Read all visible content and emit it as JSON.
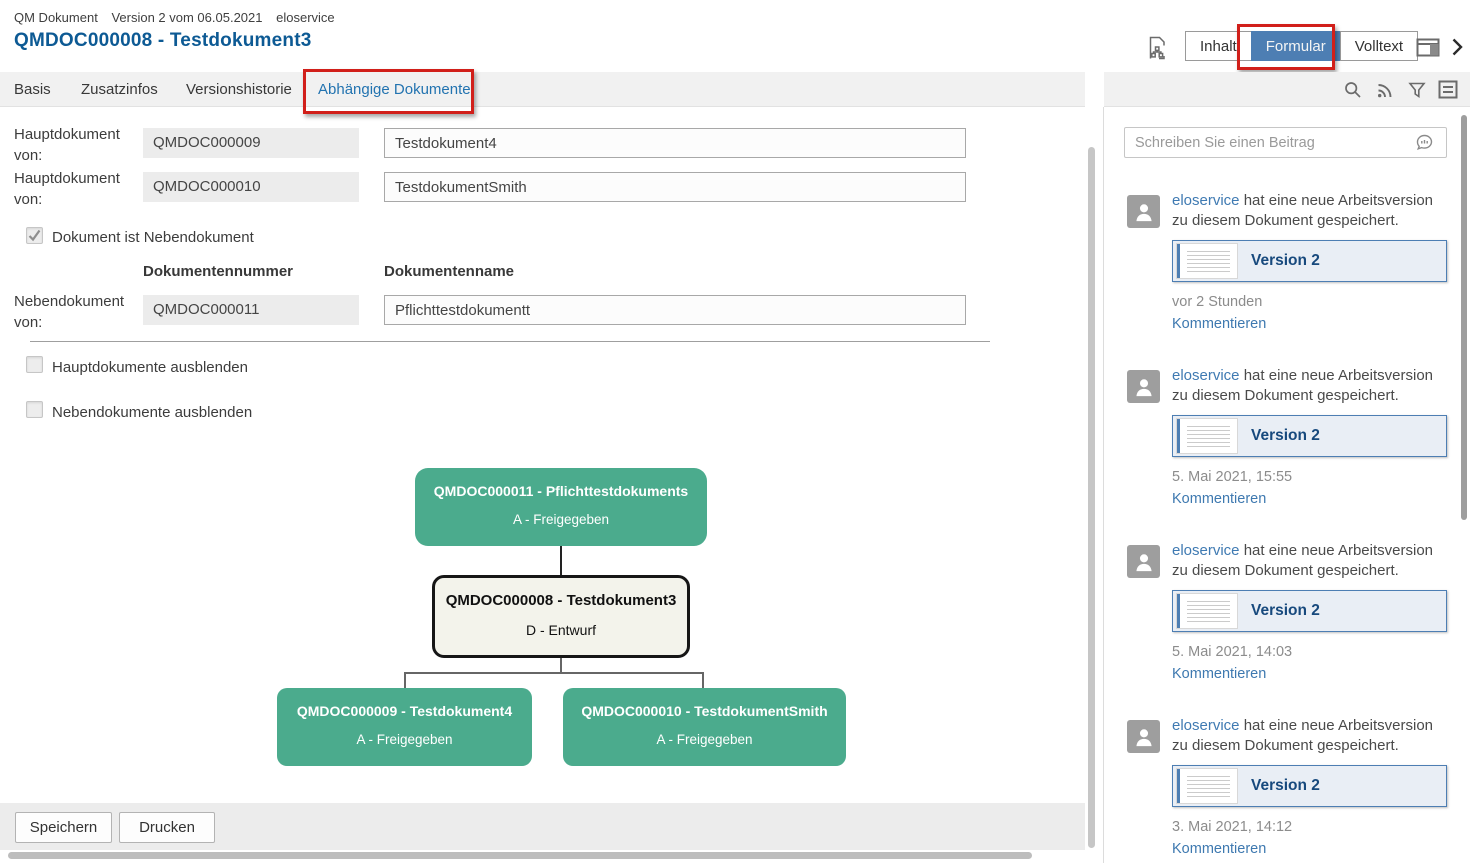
{
  "header": {
    "doc_type": "QM Dokument",
    "version_info": "Version 2 vom 06.05.2021",
    "user": "eloservice",
    "title": "QMDOC000008 - Testdokument3",
    "view_switch": {
      "inhalt": "Inhalt",
      "formular": "Formular",
      "volltext": "Volltext",
      "active": "Formular"
    }
  },
  "tabs": {
    "items": [
      "Basis",
      "Zusatzinfos",
      "Versionshistorie",
      "Abhängige Dokumente"
    ],
    "active": "Abhängige Dokumente"
  },
  "form": {
    "hauptdokument_rows": [
      {
        "label": "Hauptdokument von:",
        "number": "QMDOC000009",
        "name": "Testdokument4"
      },
      {
        "label": "Hauptdokument von:",
        "number": "QMDOC000010",
        "name": "TestdokumentSmith"
      }
    ],
    "nebendokument_checkbox_label": "Dokument ist Nebendokument",
    "nebendokument_checkbox_checked": true,
    "column_headers": {
      "number": "Dokumentennummer",
      "name": "Dokumentenname"
    },
    "nebendokument_row": {
      "label": "Nebendokument von:",
      "number": "QMDOC000011",
      "name": "Pflichttestdokumentt"
    },
    "hide_haupt_label": "Hauptdokumente ausblenden",
    "hide_neben_label": "Nebendokumente ausblenden"
  },
  "diagram": {
    "parent": {
      "title": "QMDOC000011 - Pflichttestdokuments",
      "status": "A - Freigegeben"
    },
    "current": {
      "title": "QMDOC000008 - Testdokument3",
      "status": "D - Entwurf"
    },
    "children": [
      {
        "title": "QMDOC000009 - Testdokument4",
        "status": "A - Freigegeben"
      },
      {
        "title": "QMDOC000010 - TestdokumentSmith",
        "status": "A - Freigegeben"
      }
    ]
  },
  "footer": {
    "save": "Speichern",
    "print": "Drucken"
  },
  "sidebar": {
    "compose_placeholder": "Schreiben Sie einen Beitrag",
    "feed": [
      {
        "user": "eloservice",
        "message": "hat eine neue Arbeitsversion zu diesem Dokument gespeichert.",
        "version_label": "Version 2",
        "timestamp": "vor 2 Stunden",
        "comment_label": "Kommentieren"
      },
      {
        "user": "eloservice",
        "message": "hat eine neue Arbeitsversion zu diesem Dokument gespeichert.",
        "version_label": "Version 2",
        "timestamp": "5. Mai 2021, 15:55",
        "comment_label": "Kommentieren"
      },
      {
        "user": "eloservice",
        "message": "hat eine neue Arbeitsversion zu diesem Dokument gespeichert.",
        "version_label": "Version 2",
        "timestamp": "5. Mai 2021, 14:03",
        "comment_label": "Kommentieren"
      },
      {
        "user": "eloservice",
        "message": "hat eine neue Arbeitsversion zu diesem Dokument gespeichert.",
        "version_label": "Version 2",
        "timestamp": "3. Mai 2021, 14:12",
        "comment_label": "Kommentieren"
      }
    ]
  },
  "icons": [
    "document-hierarchy-icon",
    "panel-layout-icon",
    "chevron-right-icon",
    "search-icon",
    "feed-icon",
    "filter-icon",
    "list-view-icon",
    "speech-bubble-icon",
    "person-icon"
  ],
  "colors": {
    "accent_blue": "#4d7eb3",
    "title_blue": "#0d5a94",
    "link_blue": "#3f7ab2",
    "released_green": "#4bab8d",
    "draft_bg": "#f3f3eb",
    "annotation_red": "#d11f1a"
  }
}
